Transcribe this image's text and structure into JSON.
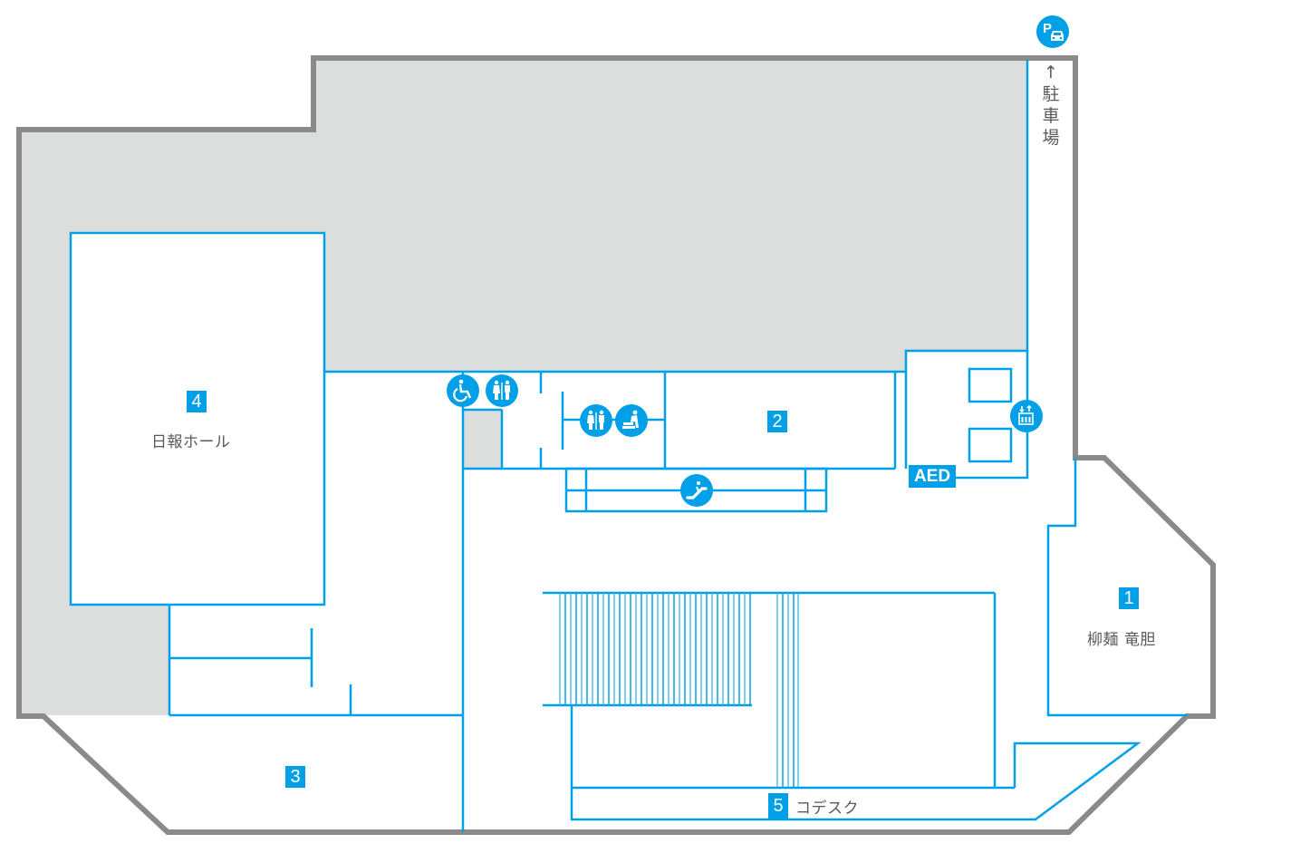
{
  "map": {
    "colors": {
      "outer_wall": "#8a8a8a",
      "inaccessible_fill": "#dcdddd",
      "room_line": "#00a0e9",
      "badge_bg": "#00a0e9",
      "label_text": "#5a5a5a"
    },
    "rooms": [
      {
        "number": "1",
        "name": "柳麺 竜胆"
      },
      {
        "number": "2",
        "name": ""
      },
      {
        "number": "3",
        "name": ""
      },
      {
        "number": "4",
        "name": "日報ホール"
      },
      {
        "number": "5",
        "name": "コデスク"
      }
    ],
    "facilities": {
      "aed_label": "AED",
      "parking_arrow": "↑",
      "parking_label_chars": [
        "駐",
        "車",
        "場"
      ],
      "icons": [
        "parking-icon",
        "accessible-toilet-icon",
        "restroom-icon",
        "restroom-icon",
        "baby-changing-icon",
        "escalator-icon",
        "elevator-icon"
      ]
    }
  }
}
